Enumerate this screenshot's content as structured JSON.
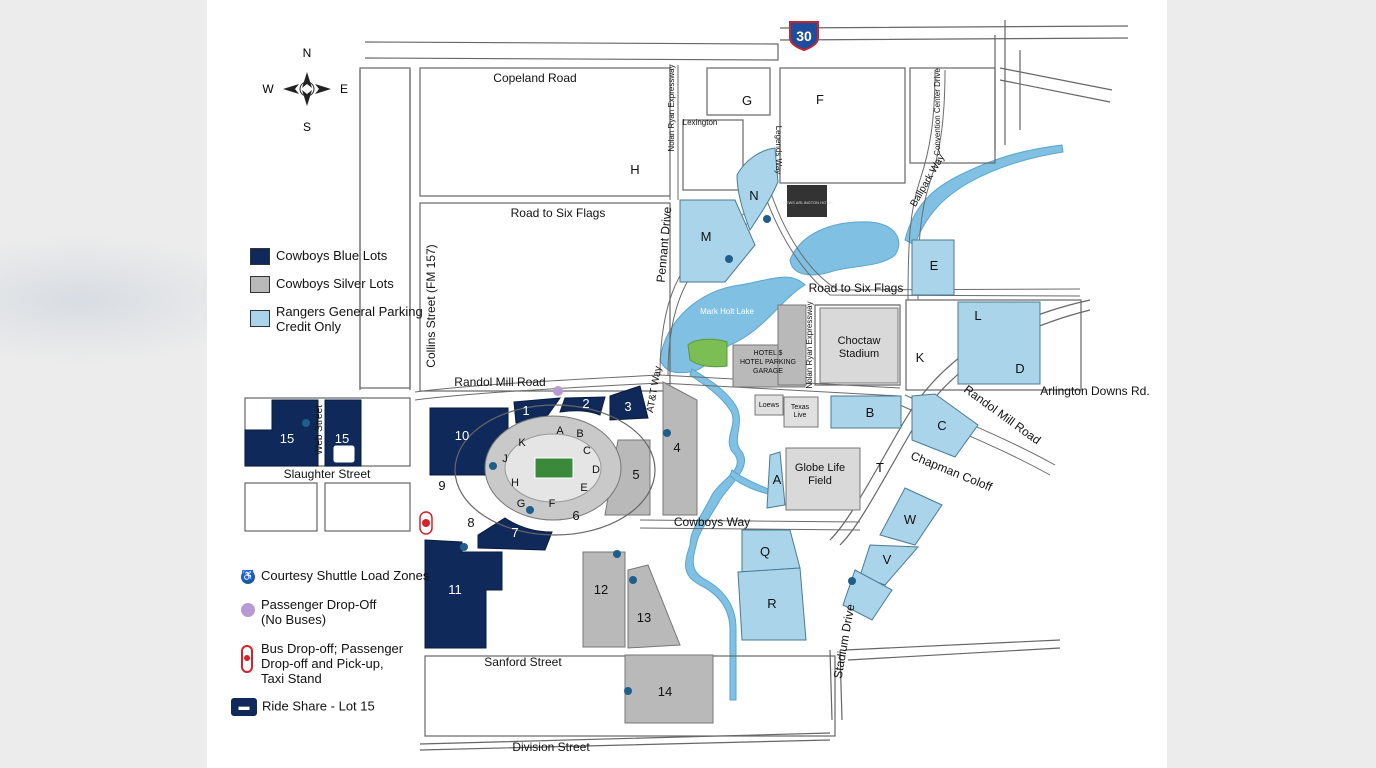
{
  "compass": {
    "n": "N",
    "s": "S",
    "e": "E",
    "w": "W"
  },
  "interstate": "30",
  "legend": {
    "blue_lots": "Cowboys Blue Lots",
    "silver_lots": "Cowboys Silver Lots",
    "rangers_line1": "Rangers General Parking",
    "rangers_line2": "Credit Only",
    "shuttle": "Courtesy Shuttle Load Zones",
    "dropoff_line1": "Passenger Drop-Off",
    "dropoff_line2": "(No Buses)",
    "bus_line1": "Bus Drop-off; Passenger",
    "bus_line2": "Drop-off and Pick-up,",
    "bus_line3": "Taxi Stand",
    "rideshare": "Ride Share - Lot 15"
  },
  "colors": {
    "blue": "#0f2a5a",
    "silver": "#b9b9b9",
    "rangers": "#a9d4ea",
    "water": "#7fc0e3",
    "green": "#7bbe54",
    "road": "#ffffff",
    "outline": "#555555",
    "dropoff": "#b89ad3",
    "bus": "#d2232a",
    "shuttle": "#1d5f8a"
  },
  "streets": {
    "copeland": "Copeland Road",
    "six_flags_w": "Road to Six Flags",
    "six_flags_e": "Road to Six Flags",
    "collins": "Collins Street (FM 157)",
    "randol_mill": "Randol Mill Road",
    "randol_mill_e": "Randol Mill Road",
    "arlington_downs": "Arlington Downs Rd.",
    "web_street": "Web Street",
    "slaughter": "Slaughter Street",
    "cowboys_way": "Cowboys Way",
    "sanford": "Sanford Street",
    "division": "Division Street",
    "stadium_drive": "Stadium Drive",
    "chapman": "Chapman Coloff",
    "pennant": "Pennant Drive",
    "ballpark": "Ballpark Way",
    "ballpark_w": "AT&T Way",
    "nolan_ryan_n": "Nolan Ryan Expressway",
    "lexington": "Lexington",
    "legends": "Legends Way",
    "convention": "Convention Center Drive",
    "nolan_ryan_s": "Nolan Ryan Expressway"
  },
  "places": {
    "mark_holt": "Mark Holt Lake",
    "hotel_garage": "HOTEL $\nHOTEL PARKING\nGARAGE",
    "choctaw": "Choctaw\nStadium",
    "globe_life": "Globe Life\nField",
    "texas_live": "Texas\nLive",
    "loews": "Loews",
    "hotel_sign": "LOEWS ARLINGTON HOTEL"
  },
  "lots": {
    "blue": [
      "15",
      "15",
      "10",
      "1",
      "2",
      "3",
      "7",
      "11"
    ],
    "silver": [
      "4",
      "5",
      "12",
      "13",
      "14",
      "9",
      "8",
      "6"
    ],
    "rangers": [
      "G",
      "F",
      "H",
      "N",
      "M",
      "E",
      "L",
      "D",
      "K",
      "B",
      "C",
      "A",
      "T",
      "W",
      "V",
      "Q",
      "R"
    ],
    "stadium_sections": [
      "K",
      "A",
      "B",
      "C",
      "D",
      "E",
      "F",
      "G",
      "H",
      "J"
    ]
  }
}
